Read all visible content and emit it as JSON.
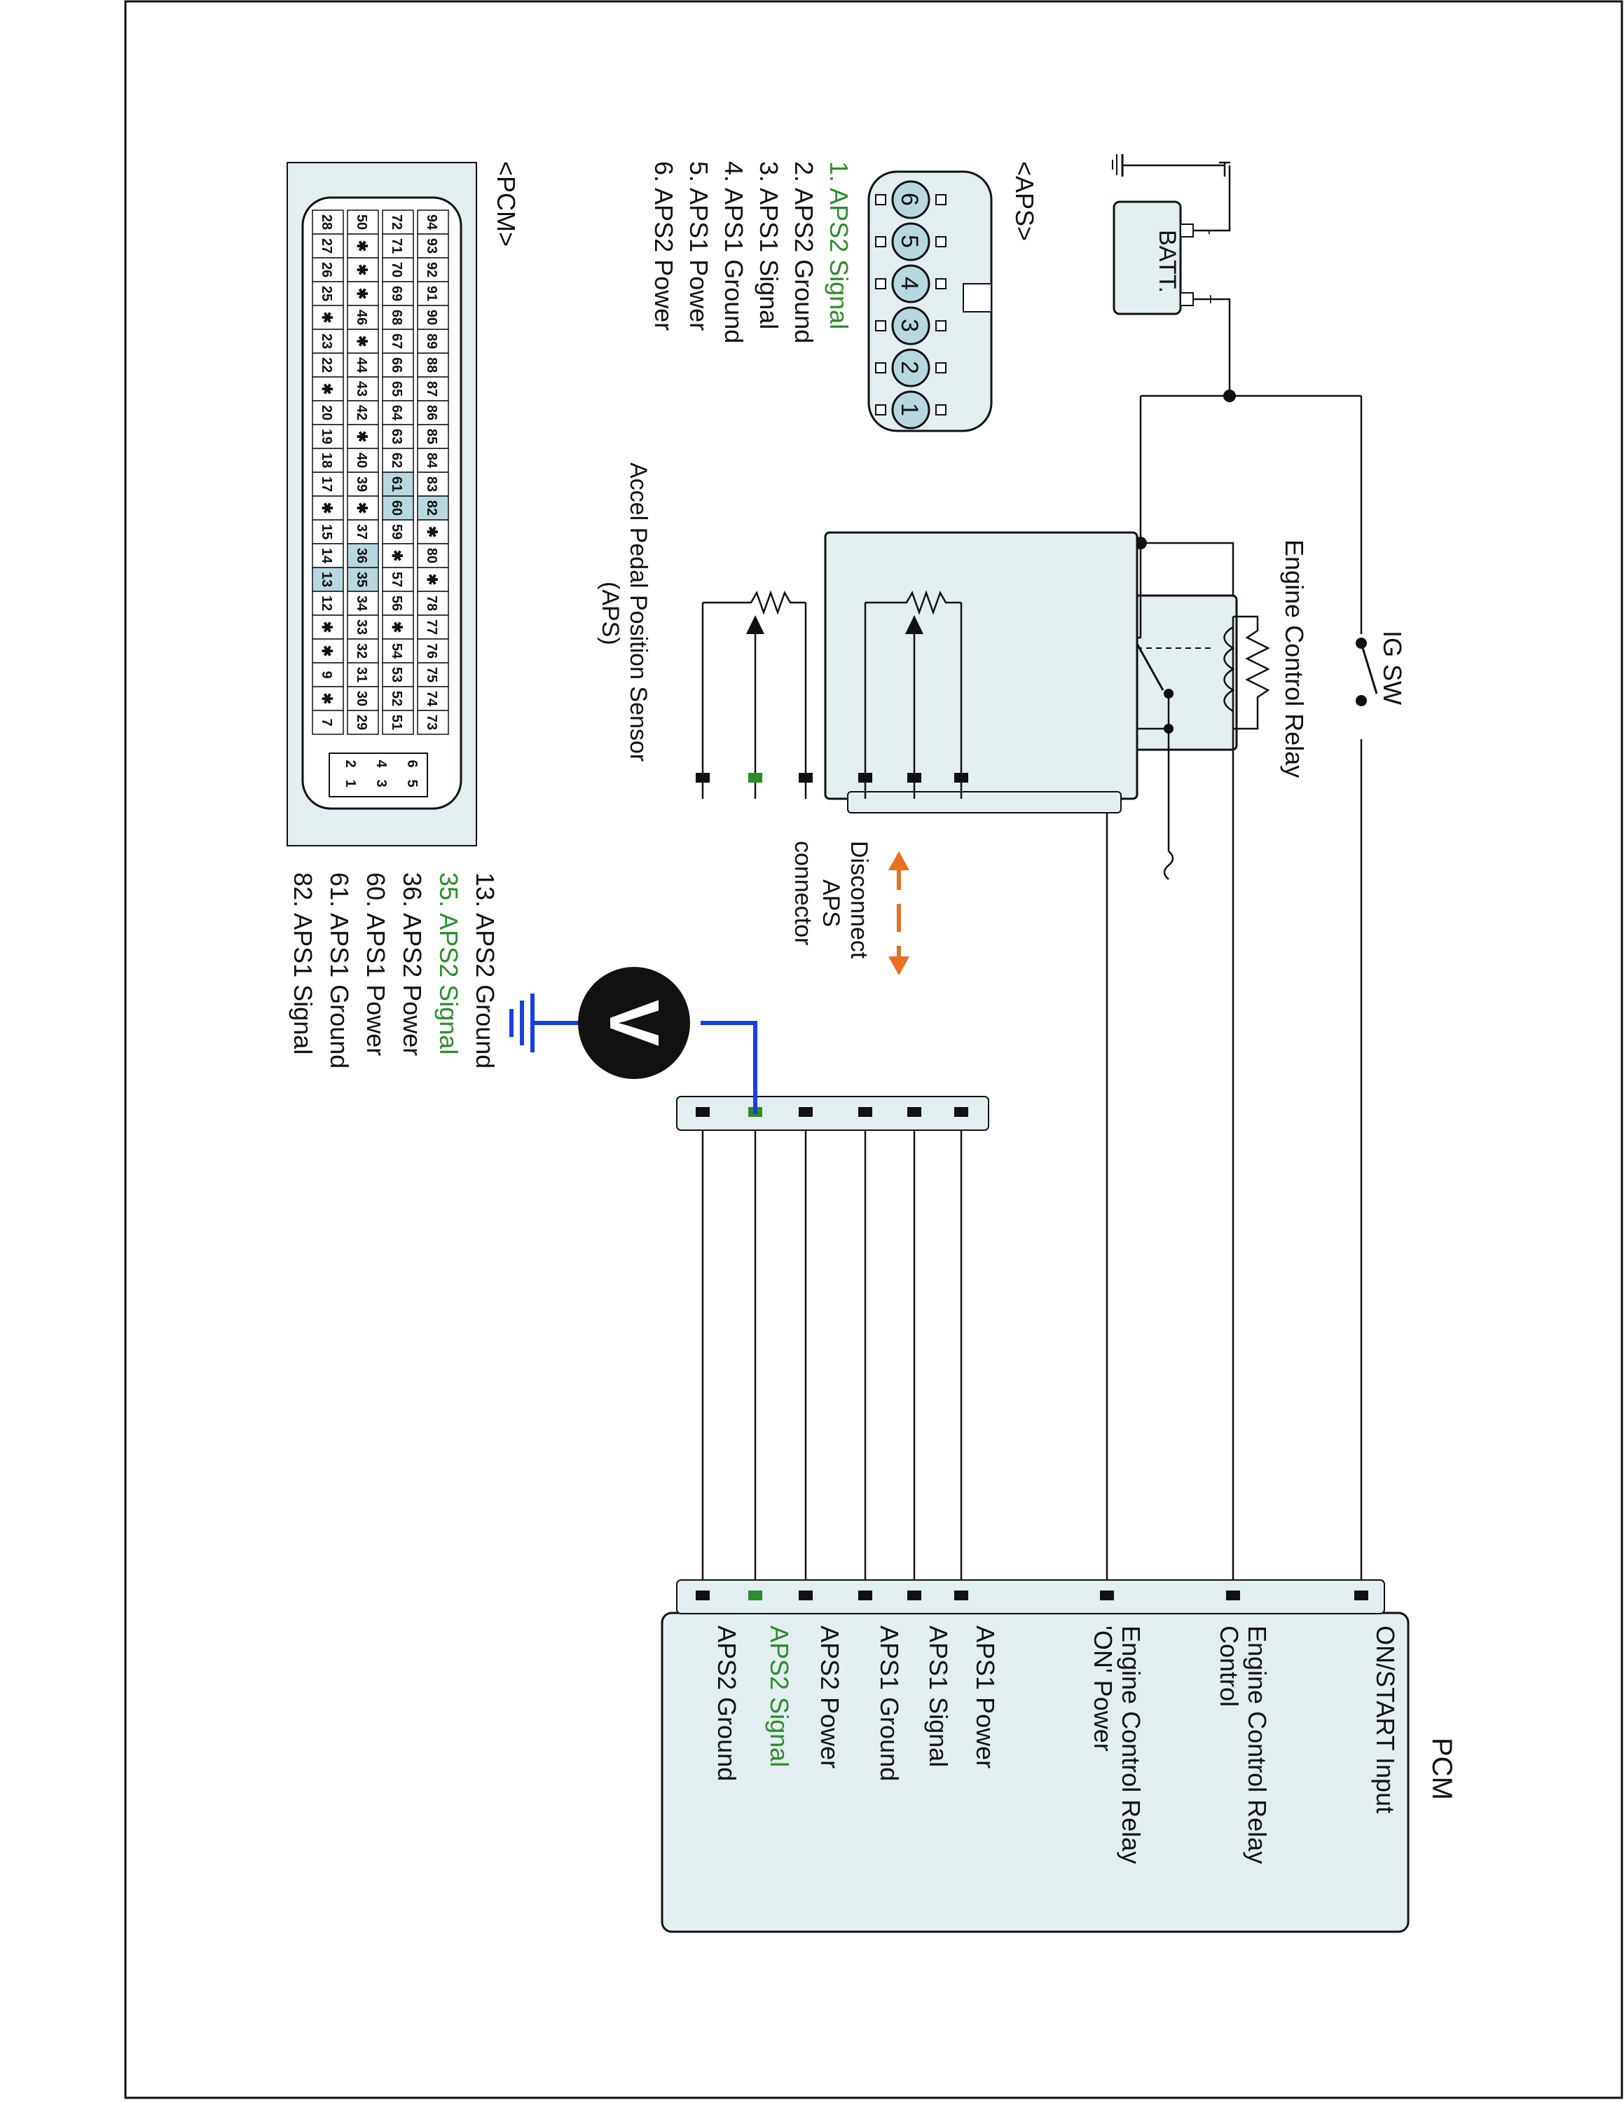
{
  "battery": {
    "label": "BATT.",
    "plus": "+",
    "minus": "-"
  },
  "ig_switch": {
    "label": "IG SW"
  },
  "relay": {
    "label": "Engine Control Relay"
  },
  "aps_sensor": {
    "label_line1": "Accel Pedal Position Sensor",
    "label_line2": "(APS)"
  },
  "disconnect": {
    "line1": "Disconnect",
    "line2": "APS",
    "line3": "connector"
  },
  "meter": {
    "symbol": "V"
  },
  "pcm": {
    "title": "PCM",
    "pins": [
      {
        "line1": "ON/START Input",
        "line2": ""
      },
      {
        "line1": "Engine Control Relay",
        "line2": "Control"
      },
      {
        "line1": "Engine Control Relay",
        "line2": "'ON' Power"
      },
      {
        "line1": "APS1 Power",
        "line2": ""
      },
      {
        "line1": "APS1 Signal",
        "line2": ""
      },
      {
        "line1": "APS1 Ground",
        "line2": ""
      },
      {
        "line1": "APS2 Power",
        "line2": ""
      },
      {
        "line1": "APS2 Signal",
        "line2": ""
      },
      {
        "line1": "APS2 Ground",
        "line2": ""
      }
    ]
  },
  "aps_connector": {
    "title": "<APS>",
    "pin_numbers": [
      "6",
      "5",
      "4",
      "3",
      "2",
      "1"
    ],
    "legend": [
      "1. APS2 Signal",
      "2. APS2 Ground",
      "3. APS1 Signal",
      "4. APS1 Ground",
      "5. APS1 Power",
      "6. APS2 Power"
    ]
  },
  "pcm_connector": {
    "title": "<PCM>",
    "row1": [
      "94",
      "93",
      "92",
      "91",
      "90",
      "89",
      "88",
      "87",
      "86",
      "85",
      "84",
      "83",
      "82",
      "✱",
      "80",
      "✱",
      "78",
      "77",
      "76",
      "75",
      "74",
      "73"
    ],
    "row2": [
      "72",
      "71",
      "70",
      "69",
      "68",
      "67",
      "66",
      "65",
      "64",
      "63",
      "62",
      "61",
      "60",
      "59",
      "✱",
      "57",
      "56",
      "✱",
      "54",
      "53",
      "52",
      "51"
    ],
    "row3": [
      "50",
      "✱",
      "✱",
      "✱",
      "46",
      "✱",
      "44",
      "43",
      "42",
      "✱",
      "40",
      "39",
      "✱",
      "37",
      "36",
      "35",
      "34",
      "33",
      "32",
      "31",
      "30",
      "29"
    ],
    "row4": [
      "28",
      "27",
      "26",
      "25",
      "✱",
      "23",
      "22",
      "✱",
      "20",
      "19",
      "18",
      "17",
      "✱",
      "15",
      "14",
      "13",
      "12",
      "✱",
      "✱",
      "9",
      "✱",
      "7"
    ],
    "small": [
      "6",
      "5",
      "4",
      "3",
      "2",
      "1"
    ],
    "legend": [
      "13. APS2 Ground",
      "35. APS2 Signal",
      "36. APS2 Power",
      "60. APS1 Power",
      "61. APS1 Ground",
      "82. APS1 Signal"
    ]
  }
}
